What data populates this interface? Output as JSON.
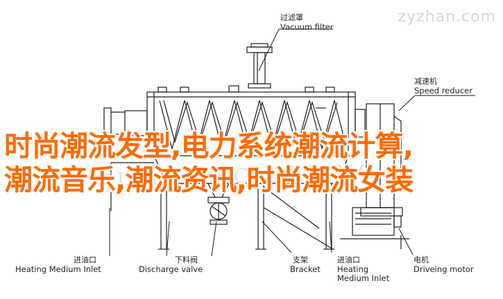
{
  "watermark": "zyzhan.com",
  "watermark_center": "JINGLONG DRYING",
  "headline": {
    "line1": "时尚潮流发型,电力系统潮流计算,",
    "line2": "潮流音乐,潮流资讯,时尚潮流女装"
  },
  "labels": {
    "vacuum_filter": {
      "zh": "过滤罩",
      "en": "Vacuum filter"
    },
    "speed_reducer": {
      "zh": "减速机",
      "en": "Speed reducer"
    },
    "heating_inlet": {
      "zh": "进油口",
      "en": "Heating Medium Inlet"
    },
    "discharge_valve": {
      "zh": "下料阀",
      "en": "Discharge valve"
    },
    "bracket": {
      "zh": "支架",
      "en": "Bracket"
    },
    "heating_outlet": {
      "zh": "进油口",
      "en": "Heating Medium Inlet"
    },
    "driving_motor": {
      "zh": "电机",
      "en": "Driveing motor"
    }
  },
  "colors": {
    "line": "#1a1a1a",
    "headline": "#ff6a00",
    "watermark": "#d6d6d6"
  }
}
